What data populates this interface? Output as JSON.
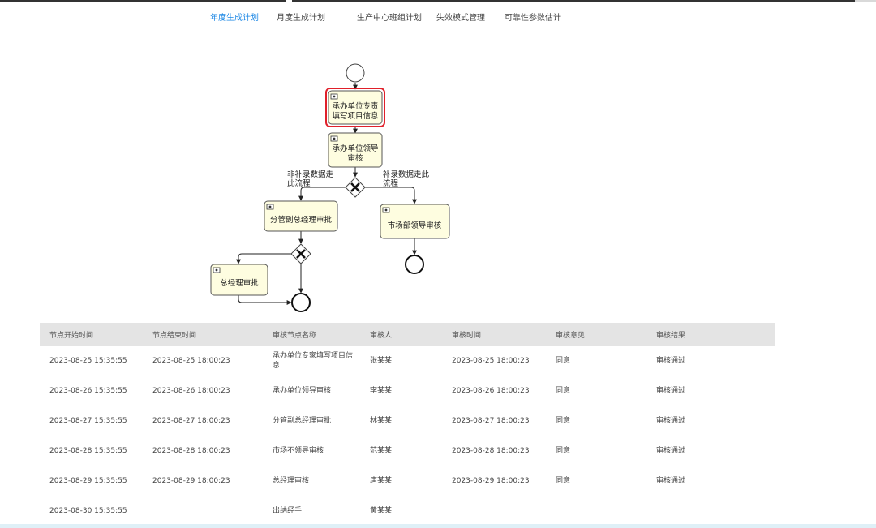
{
  "tabs": [
    {
      "label": "年度生成计划",
      "active": true
    },
    {
      "label": "月度生成计划",
      "active": false
    },
    {
      "label": "生产中心班组计划",
      "active": false
    },
    {
      "label": "失效模式管理",
      "active": false
    },
    {
      "label": "可靠性参数估计",
      "active": false
    }
  ],
  "flow": {
    "task_unit_staff_line1": "承办单位专责",
    "task_unit_staff_line2": "填写项目信息",
    "task_unit_leader_line1": "承办单位领导",
    "task_unit_leader_line2": "审核",
    "edge_non_supplement_line1": "非补录数据走",
    "edge_non_supplement_line2": "此流程",
    "edge_supplement_line1": "补录数据走此",
    "edge_supplement_line2": "流程",
    "task_deputy_gm": "分管副总经理审批",
    "task_market_leader": "市场部领导审核",
    "task_gm": "总经理审批"
  },
  "table": {
    "headers": [
      "节点开始时间",
      "节点结束时间",
      "审核节点名称",
      "审核人",
      "审核时间",
      "审核意见",
      "审核结果"
    ],
    "rows": [
      [
        "2023-08-25 15:35:55",
        "2023-08-25 18:00:23",
        "承办单位专家填写项目信息",
        "张某某",
        "2023-08-25 18:00:23",
        "同意",
        "审核通过"
      ],
      [
        "2023-08-26 15:35:55",
        "2023-08-26 18:00:23",
        "承办单位领导审核",
        "李某某",
        "2023-08-26 18:00:23",
        "同意",
        "审核通过"
      ],
      [
        "2023-08-27 15:35:55",
        "2023-08-27 18:00:23",
        "分管副总经理审批",
        "林某某",
        "2023-08-27 18:00:23",
        "同意",
        "审核通过"
      ],
      [
        "2023-08-28 15:35:55",
        "2023-08-28 18:00:23",
        "市场不领导审核",
        "范某某",
        "2023-08-28 18:00:23",
        "同意",
        "审核通过"
      ],
      [
        "2023-08-29 15:35:55",
        "2023-08-29 18:00:23",
        "总经理审核",
        "唐某某",
        "2023-08-29 18:00:23",
        "同意",
        "审核通过"
      ],
      [
        "2023-08-30 15:35:55",
        "",
        "出纳经手",
        "黄某某",
        "",
        "",
        ""
      ]
    ]
  },
  "colors": {
    "tab_active": "#1e88e5",
    "task_fill": "#fefde0",
    "task_stroke": "#555555",
    "highlight_stroke": "#e0202a",
    "header_bg": "#e4e4e4"
  }
}
